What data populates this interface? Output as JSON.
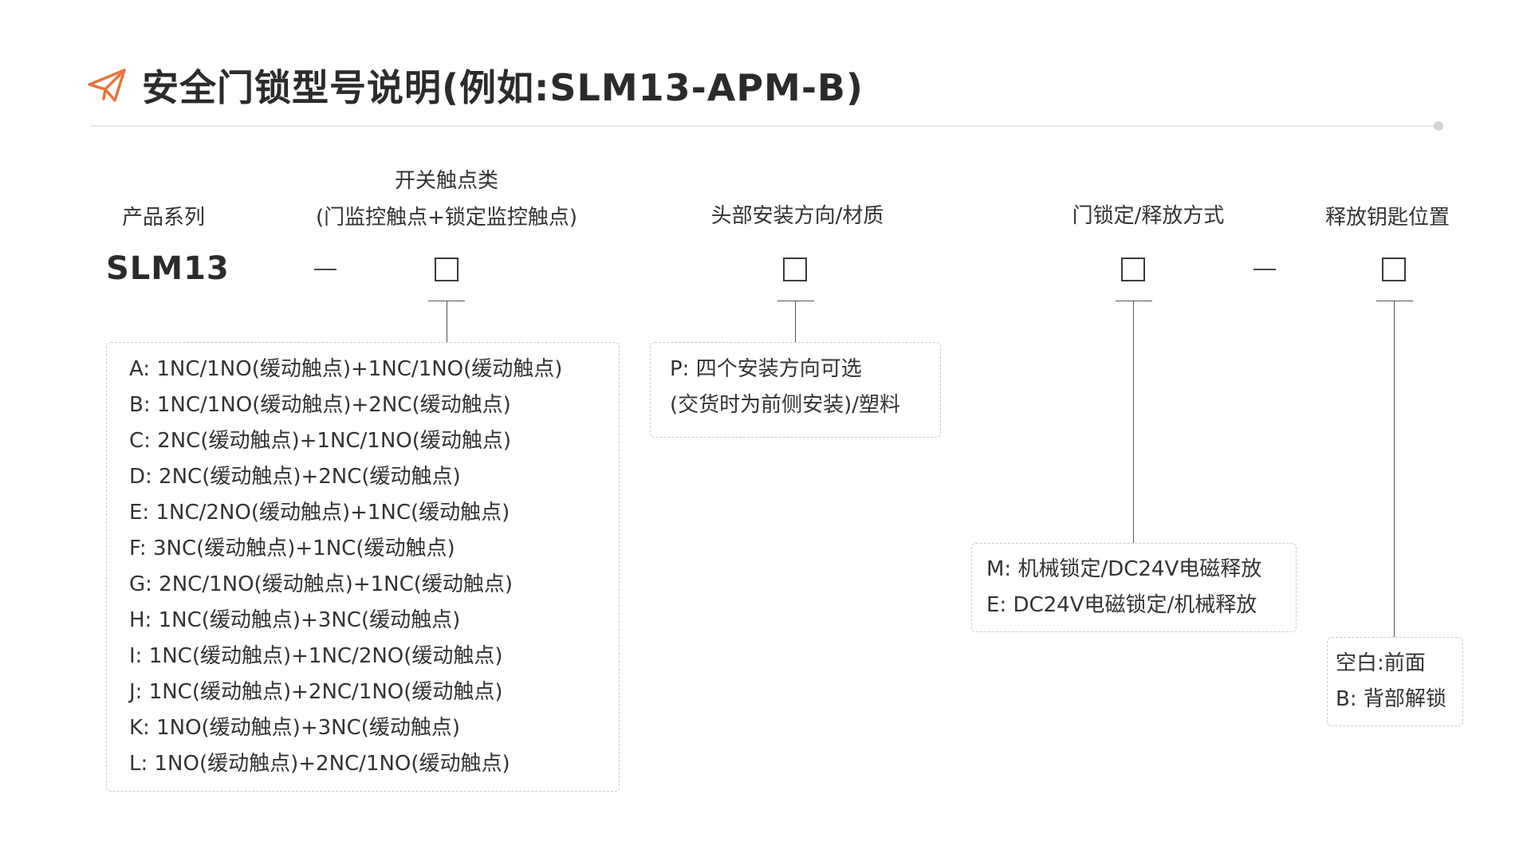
{
  "title": "安全门锁型号说明(例如:SLM13-APM-B)",
  "icon": "paper-plane-icon",
  "colors": {
    "accent": "#e8743b",
    "text": "#333333",
    "rule": "#e6e6e6"
  },
  "prefix_label": "产品系列",
  "prefix_value": "SLM13",
  "dash_symbol": "—",
  "fields": {
    "contacts": {
      "label_line1": "开关触点类",
      "label_line2": "(门监控触点+锁定监控触点)",
      "options": [
        "A: 1NC/1NO(缓动触点)+1NC/1NO(缓动触点)",
        "B: 1NC/1NO(缓动触点)+2NC(缓动触点)",
        "C: 2NC(缓动触点)+1NC/1NO(缓动触点)",
        "D: 2NC(缓动触点)+2NC(缓动触点)",
        "E: 1NC/2NO(缓动触点)+1NC(缓动触点)",
        "F: 3NC(缓动触点)+1NC(缓动触点)",
        "G: 2NC/1NO(缓动触点)+1NC(缓动触点)",
        "H: 1NC(缓动触点)+3NC(缓动触点)",
        "I: 1NC(缓动触点)+1NC/2NO(缓动触点)",
        "J: 1NC(缓动触点)+2NC/1NO(缓动触点)",
        "K: 1NO(缓动触点)+3NC(缓动触点)",
        "L: 1NO(缓动触点)+2NC/1NO(缓动触点)"
      ]
    },
    "head": {
      "label": "头部安装方向/材质",
      "options": [
        "P: 四个安装方向可选",
        "(交货时为前侧安装)/塑料"
      ]
    },
    "lock": {
      "label": "门锁定/释放方式",
      "options": [
        "M: 机械锁定/DC24V电磁释放",
        "E: DC24V电磁锁定/机械释放"
      ]
    },
    "key": {
      "label": "释放钥匙位置",
      "options": [
        "空白:前面",
        "B: 背部解锁"
      ]
    }
  }
}
